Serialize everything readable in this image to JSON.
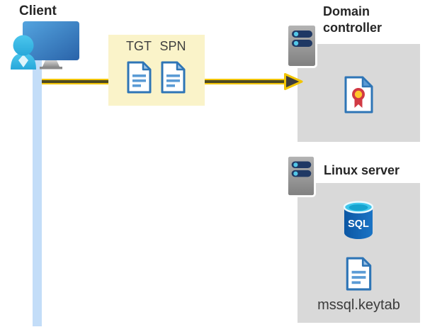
{
  "client": {
    "label": "Client"
  },
  "tickets": {
    "tgt_label": "TGT",
    "spn_label": "SPN"
  },
  "domain_controller": {
    "label": "Domain controller"
  },
  "linux_server": {
    "label": "Linux server",
    "sql_icon_text": "SQL",
    "keytab_label": "mssql.keytab"
  },
  "flow": {
    "from": "Client",
    "to": "Domain controller",
    "items": [
      "TGT",
      "SPN"
    ]
  },
  "colors": {
    "arrow_yellow": "#F2C500",
    "arrow_core": "#4E4A20",
    "ticket_box_bg": "#FAF3C9",
    "node_box_bg": "#D9D9D9",
    "client_timeline_blue": "#C3DDF8",
    "document_border_blue": "#2E75B6",
    "document_line_blue": "#5B9BD5",
    "server_bar_navy": "#1F3864",
    "server_dot_cyan": "#53C7E8",
    "person_cyan": "#3BBDE8",
    "certificate_red": "#D13A44",
    "certificate_yellow": "#FFC72C",
    "sql_body_blue": "#0E61AE",
    "sql_top_cyan": "#3EC6EC"
  }
}
